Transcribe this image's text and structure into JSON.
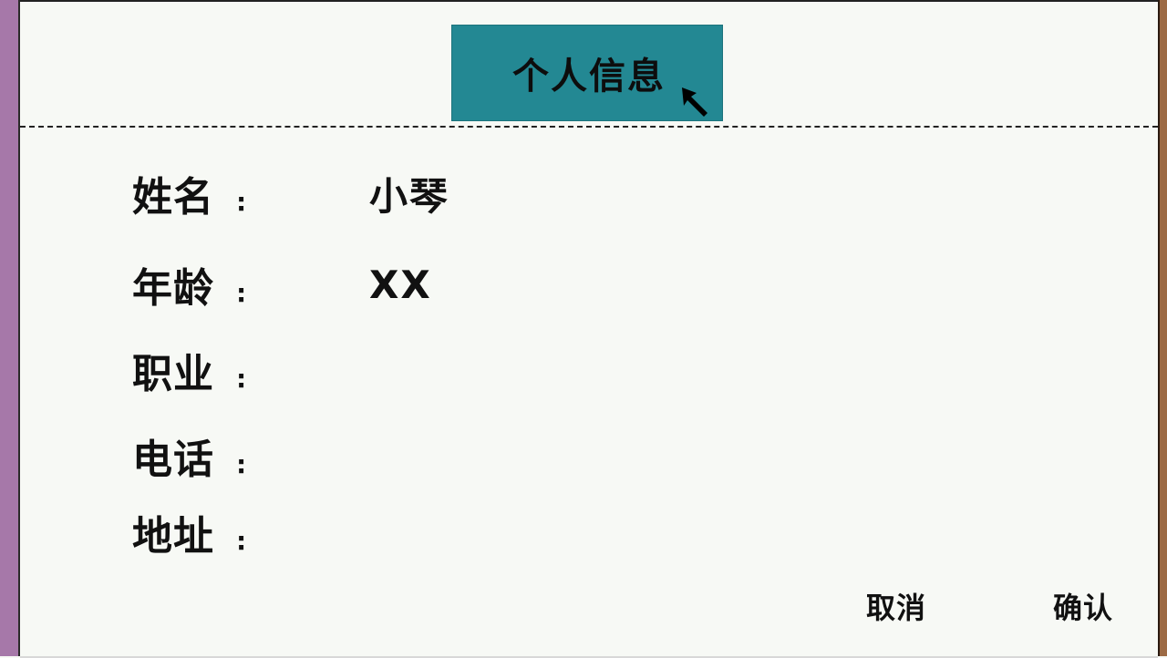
{
  "header": {
    "title": "个人信息",
    "button_color": "#238893"
  },
  "form": {
    "fields": [
      {
        "label": "姓名",
        "colon": ":",
        "value": "小琴"
      },
      {
        "label": "年龄",
        "colon": ":",
        "value": "XX"
      },
      {
        "label": "职业",
        "colon": ":",
        "value": ""
      },
      {
        "label": "电话",
        "colon": ":",
        "value": ""
      },
      {
        "label": "地址",
        "colon": ":",
        "value": ""
      }
    ]
  },
  "footer": {
    "cancel_label": "取消",
    "confirm_label": "确认"
  },
  "colors": {
    "left_strip": "#a678a9",
    "right_strip": "#9c6a44",
    "background": "#f7f9f5"
  }
}
